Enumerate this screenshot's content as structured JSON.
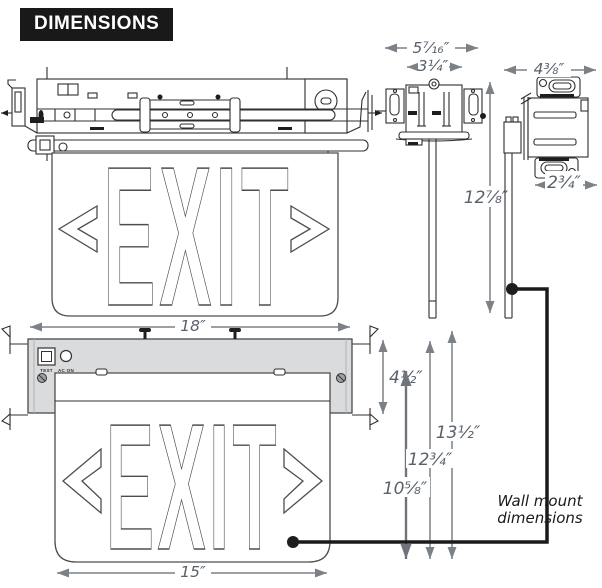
{
  "header": {
    "title": "DIMENSIONS"
  },
  "views": {
    "recessed_front": {
      "sign_text": "EXIT"
    },
    "wall_front": {
      "sign_text": "EXIT",
      "test_label": "TEST",
      "ac_on_label": "AC ON"
    }
  },
  "dimensions": {
    "recessed_overall_width": "5⁷⁄₁₆″",
    "recessed_box_width": "3¼″",
    "recessed_overall_height": "12⅞″",
    "side_top_depth": "4⅜″",
    "side_bottom_depth": "2¾″",
    "wall_housing_width": "18″",
    "wall_housing_height": "4½″",
    "wall_panel_width": "15″",
    "wall_height_panel": "10⅝″",
    "wall_height_mid": "12¾″",
    "wall_height_overall": "13½″"
  },
  "annotation": {
    "line1": "Wall mount",
    "line2": "dimensions"
  },
  "colors": {
    "dim_text": "#59616b",
    "dim_arrow": "#7b8187",
    "drawing_line": "#2f2f2f",
    "housing_fill": "#d9dbdd",
    "connector_black": "#1a1a1a",
    "header_bg": "#191919",
    "header_text": "#ffffff"
  }
}
